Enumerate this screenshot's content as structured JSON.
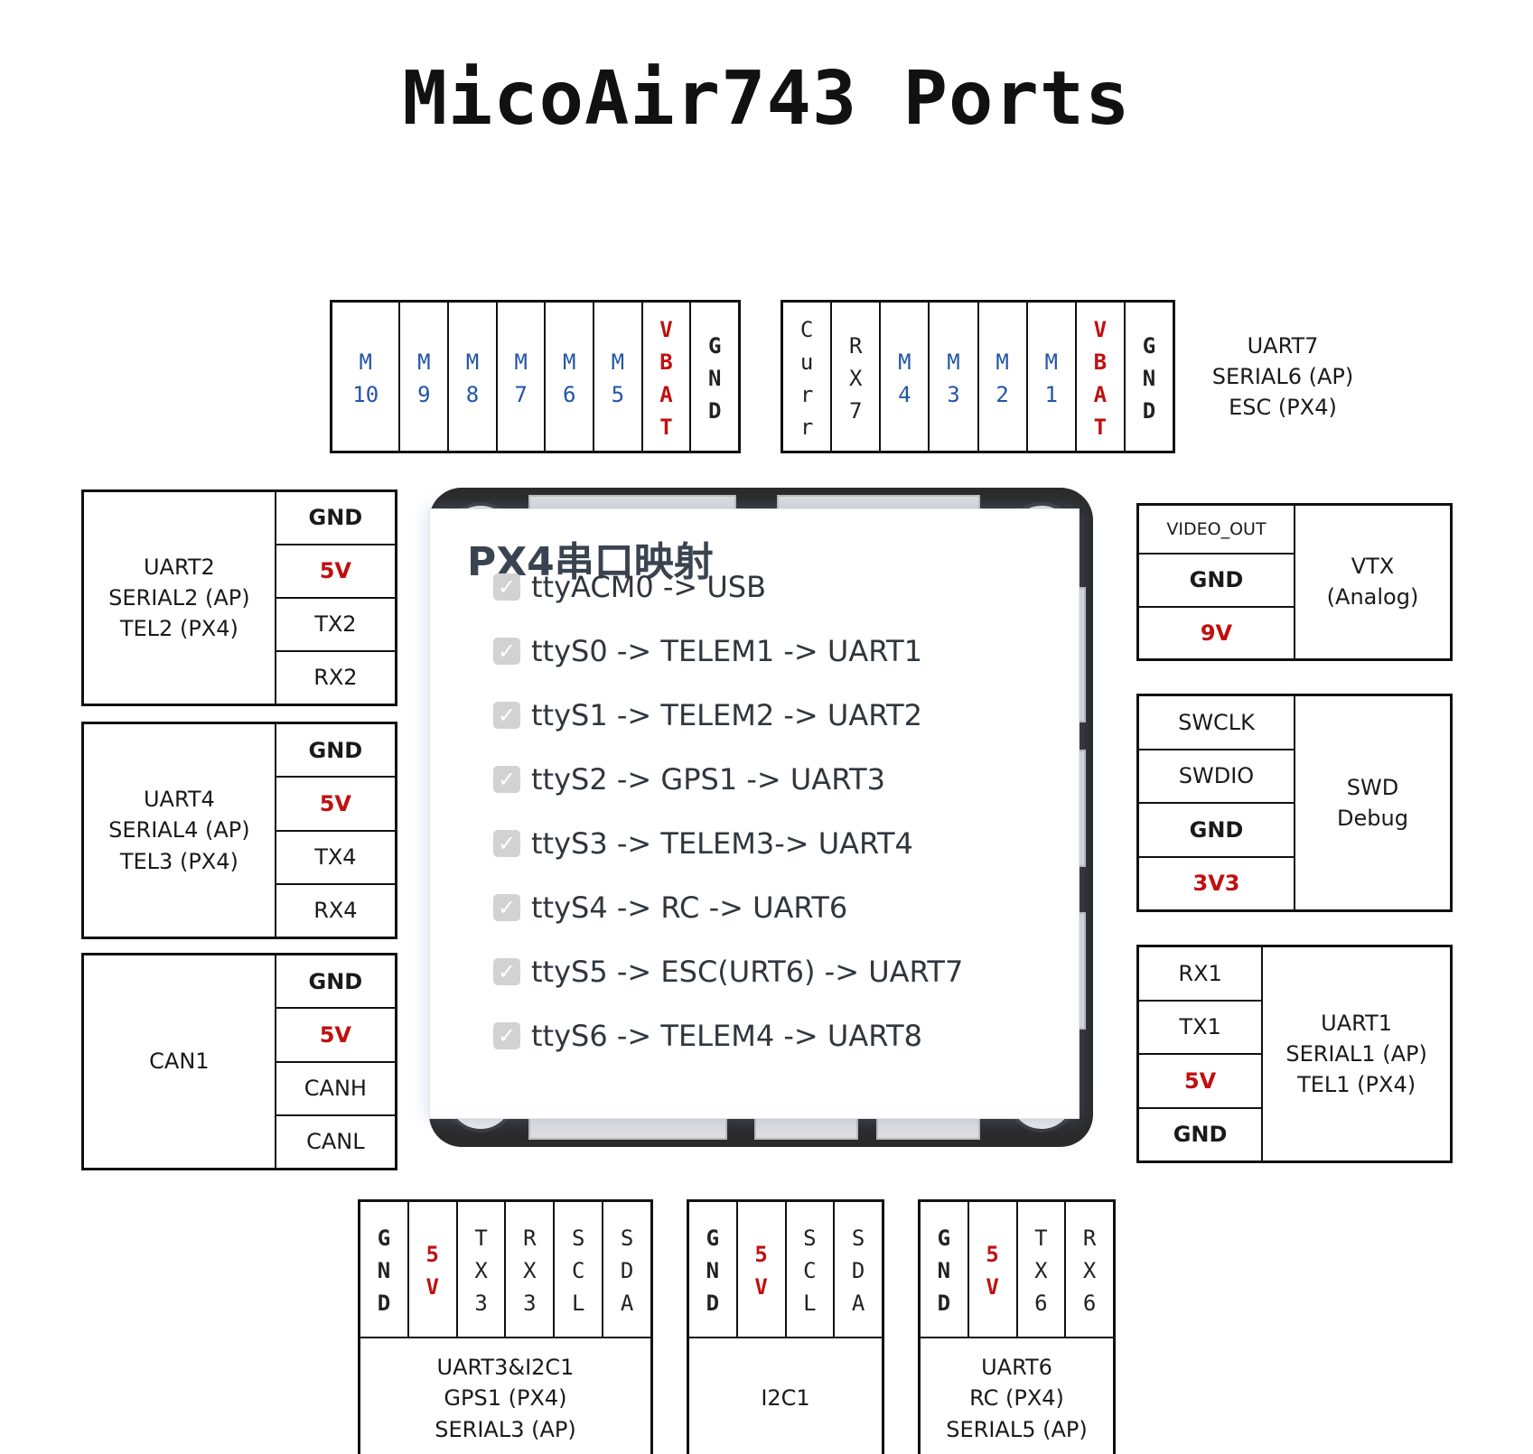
{
  "title": "MicoAir743 Ports",
  "colors": {
    "power": "#c01010",
    "motor": "#2255a6",
    "text": "#1a1a1a"
  },
  "mapping": {
    "title": "PX4串口映射",
    "items": [
      "ttyACM0 -> USB",
      "ttyS0 -> TELEM1 -> UART1",
      "ttyS1 -> TELEM2 -> UART2",
      "ttyS2 -> GPS1 -> UART3",
      "ttyS3 -> TELEM3-> UART4",
      "ttyS4 -> RC -> UART6",
      "ttyS5 -> ESC(URT6) -> UART7",
      "ttyS6 -> TELEM4 -> UART8"
    ]
  },
  "top_left": [
    "M\n10",
    "M\n9",
    "M\n8",
    "M\n7",
    "M\n6",
    "M\n5",
    "V\nB\nA\nT",
    "G\nN\nD"
  ],
  "top_right": {
    "pins": [
      "C\nu\nr\nr",
      "R\nX\n7",
      "M\n4",
      "M\n3",
      "M\n2",
      "M\n1",
      "V\nB\nA\nT",
      "G\nN\nD"
    ],
    "label": "UART7\nSERIAL6 (AP)\nESC (PX4)"
  },
  "uart2": {
    "label": "UART2\nSERIAL2 (AP)\nTEL2 (PX4)",
    "pins": [
      "GND",
      "5V",
      "TX2",
      "RX2"
    ]
  },
  "uart4": {
    "label": "UART4\nSERIAL4 (AP)\nTEL3 (PX4)",
    "pins": [
      "GND",
      "5V",
      "TX4",
      "RX4"
    ]
  },
  "can1": {
    "label": "CAN1",
    "pins": [
      "GND",
      "5V",
      "CANH",
      "CANL"
    ]
  },
  "vtx": {
    "label": "VTX\n(Analog)",
    "pins": [
      "VIDEO_OUT",
      "GND",
      "9V"
    ]
  },
  "swd": {
    "label": "SWD\nDebug",
    "pins": [
      "SWCLK",
      "SWDIO",
      "GND",
      "3V3"
    ]
  },
  "uart1": {
    "label": "UART1\nSERIAL1 (AP)\nTEL1 (PX4)",
    "pins": [
      "RX1",
      "TX1",
      "5V",
      "GND"
    ]
  },
  "uart3": {
    "label": "UART3&I2C1\nGPS1 (PX4)\nSERIAL3 (AP)",
    "pins": [
      "G\nN\nD",
      "5\nV",
      "T\nX\n3",
      "R\nX\n3",
      "S\nC\nL",
      "S\nD\nA"
    ]
  },
  "i2c1": {
    "label": "I2C1",
    "pins": [
      "G\nN\nD",
      "5\nV",
      "S\nC\nL",
      "S\nD\nA"
    ]
  },
  "uart6": {
    "label": "UART6\nRC (PX4)\nSERIAL5 (AP)",
    "pins": [
      "G\nN\nD",
      "5\nV",
      "T\nX\n6",
      "R\nX\n6"
    ]
  }
}
